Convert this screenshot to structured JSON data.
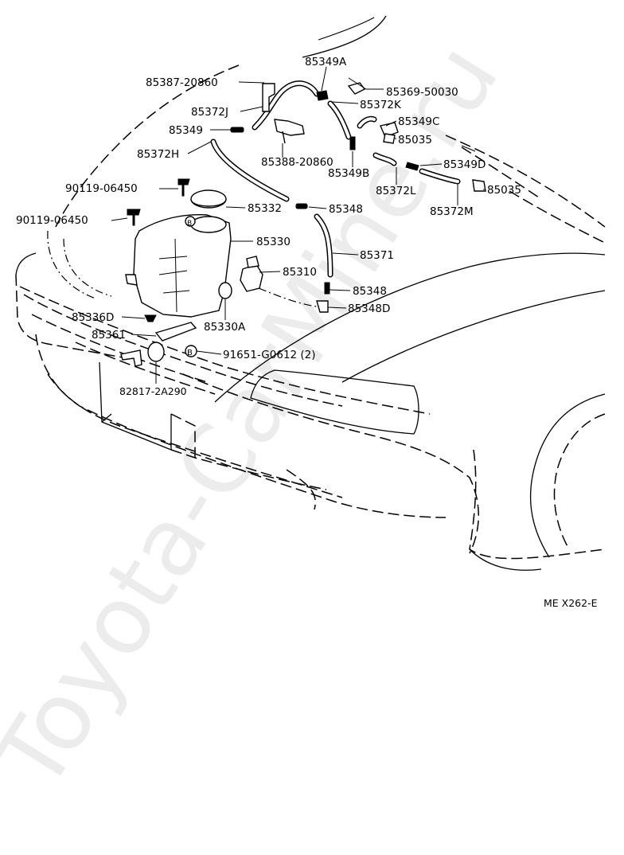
{
  "labels": {
    "p85349A": "85349A",
    "p85387": "85387-20860",
    "p85369": "85369-50030",
    "p85372J": "85372J",
    "p85372K": "85372K",
    "p85349": "85349",
    "p85349C": "85349C",
    "p85372H": "85372H",
    "p85035a": "85035",
    "p85388": "85388-20860",
    "p85349D": "85349D",
    "p85349B": "85349B",
    "p90119a": "90119-06450",
    "p85372L": "85372L",
    "p85035b": "85035",
    "p85332": "85332",
    "p85348a": "85348",
    "p85372M": "85372M",
    "p90119b": "90119-06450",
    "p85330": "85330",
    "p85371": "85371",
    "p85310": "85310",
    "p85348b": "85348",
    "p85348D": "85348D",
    "p85336D": "85336D",
    "p85330A": "85330A",
    "p85361": "85361",
    "p91651": "91651-G0612 (2)",
    "p82817": "82817-2A290",
    "code": "ME X262-E",
    "markB1": "B",
    "markB2": "B"
  },
  "watermark": "Toyota-CarMine.ru"
}
